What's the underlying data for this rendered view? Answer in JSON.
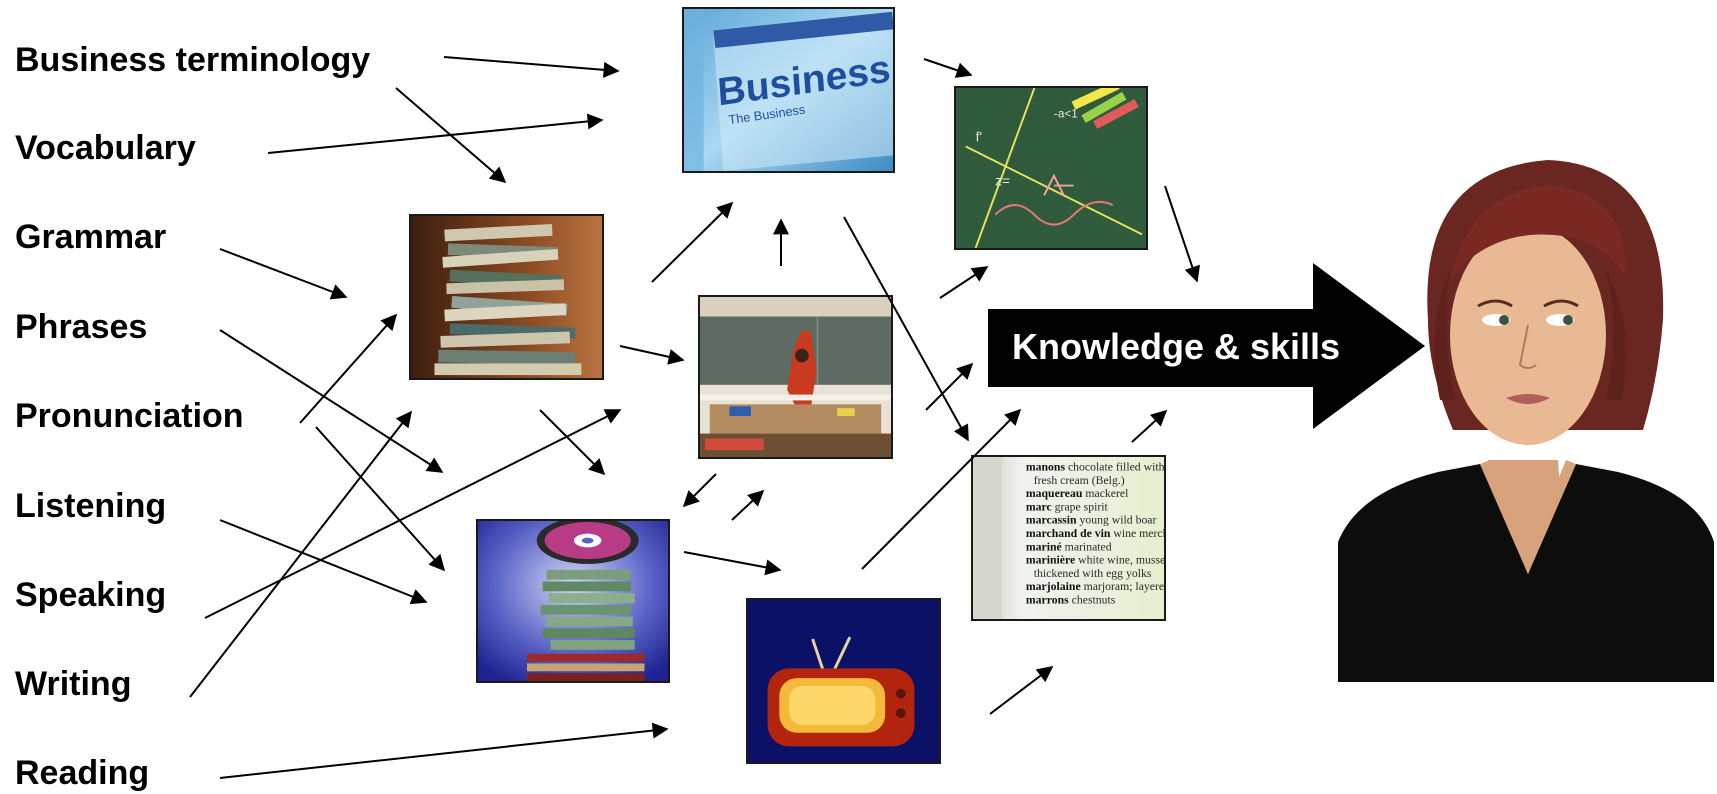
{
  "skills": [
    "Business terminology",
    "Vocabulary",
    "Grammar",
    "Phrases",
    "Pronunciation",
    "Listening",
    "Speaking",
    "Writing",
    "Reading"
  ],
  "business_sign_text": "Business",
  "business_sign_subtext": "The Business",
  "big_arrow_label": "Knowledge & skills",
  "dictionary_entries": [
    {
      "word": "manons",
      "def": "chocolate filled with"
    },
    {
      "word": "",
      "def": "fresh cream (Belg.)"
    },
    {
      "word": "maquereau",
      "def": "mackerel"
    },
    {
      "word": "marc",
      "def": "grape spirit"
    },
    {
      "word": "marcassin",
      "def": "young wild boar"
    },
    {
      "word": "marchand de vin",
      "def": "wine merchant"
    },
    {
      "word": "mariné",
      "def": "marinated"
    },
    {
      "word": "marinière",
      "def": "white wine, mussel broth"
    },
    {
      "word": "",
      "def": "thickened with egg yolks"
    },
    {
      "word": "marjolaine",
      "def": "marjoram; layered nut ca"
    },
    {
      "word": "marrons",
      "def": "chestnuts"
    }
  ],
  "colors": {
    "arrow": "#000000",
    "big_arrow_fill": "#000000",
    "big_arrow_text": "#ffffff",
    "chalkboard": "#2f5a3c"
  }
}
